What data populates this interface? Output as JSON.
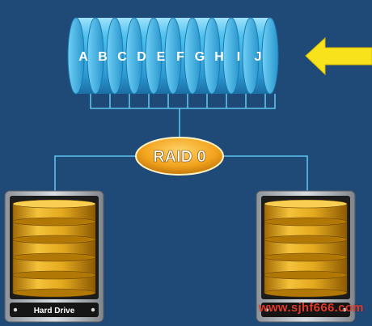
{
  "stripe_letters": [
    "A",
    "B",
    "C",
    "D",
    "E",
    "F",
    "G",
    "H",
    "I",
    "J"
  ],
  "raid_label": "RAID 0",
  "drive_left_label": "Hard Drive",
  "watermark": "www.sjhf666.com",
  "colors": {
    "background": "#1f4a78",
    "cylinder": "#3cb8e8",
    "connector": "#5cc4ef",
    "raid_badge": "#f0a21a",
    "arrow": "#f7e21b",
    "drive_disk": "#e0a920"
  },
  "icons": {
    "input_arrow": "arrow-left-icon"
  }
}
